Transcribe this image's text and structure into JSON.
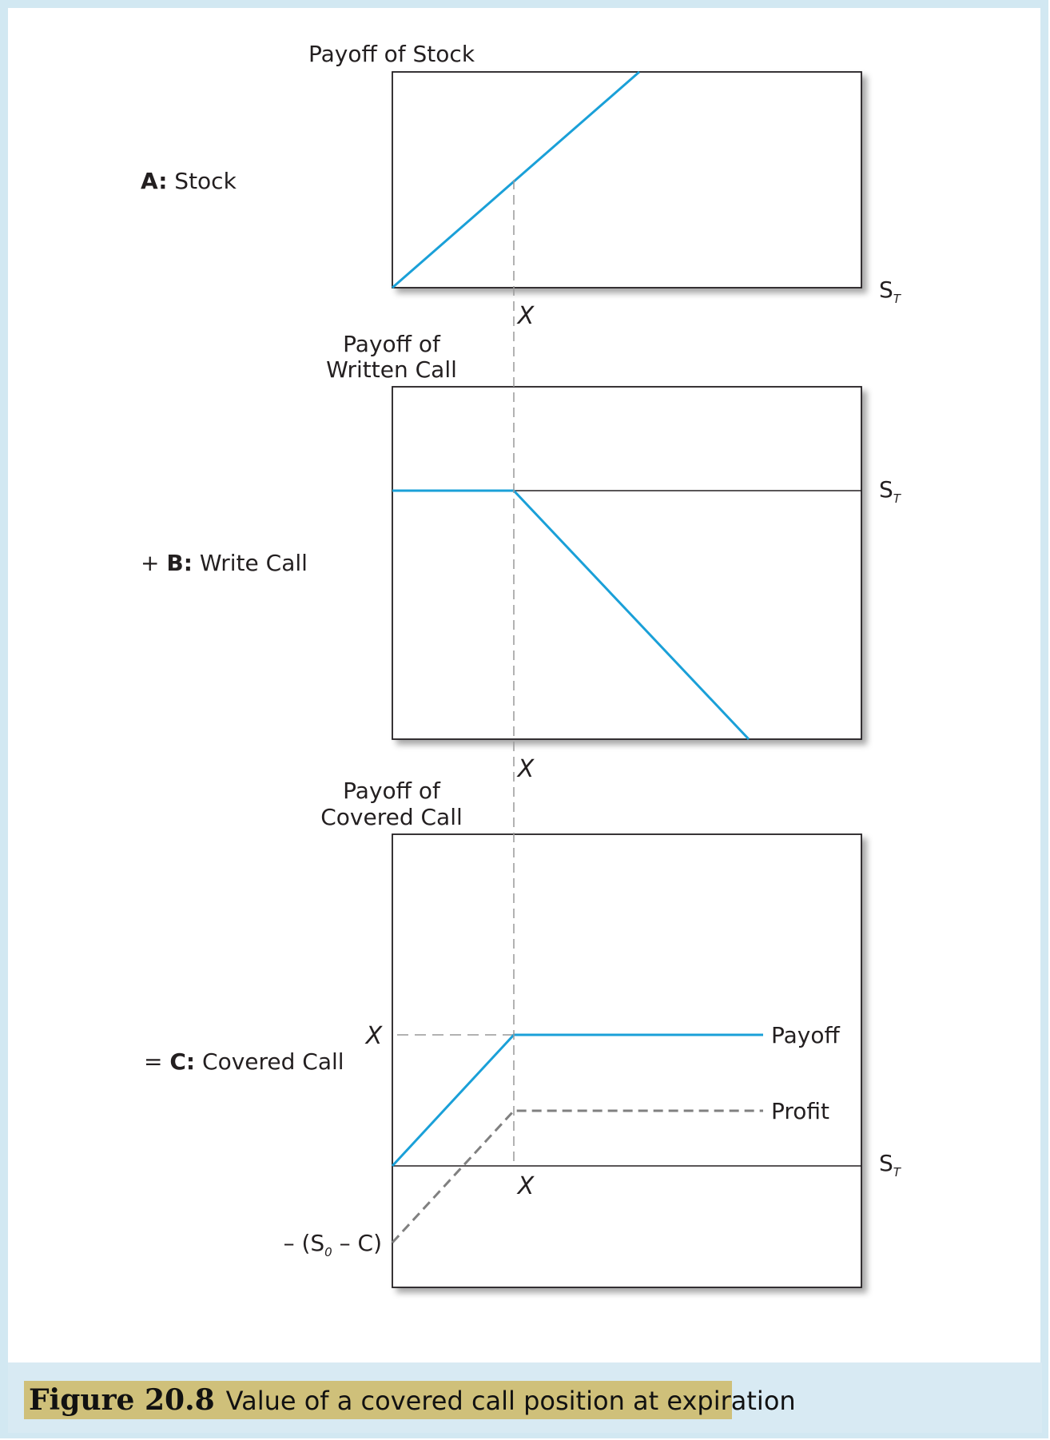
{
  "figure": {
    "caption_number": "Figure 20.8",
    "caption_text": "Value of a covered call position at expiration",
    "colors": {
      "payoff_line": "#1aa0d8",
      "dashed": "#808080",
      "frame": "#d2e8f2",
      "caption_highlight": "#cfc07a"
    }
  },
  "panels": [
    {
      "id": "A",
      "row_prefix": "",
      "row_key": "A:",
      "row_name": " Stock",
      "title_lines": [
        "Payoff of Stock"
      ],
      "x_marker": "X",
      "axis_label": "S",
      "axis_sub": "T"
    },
    {
      "id": "B",
      "row_prefix": "+ ",
      "row_key": "B:",
      "row_name": " Write Call",
      "title_lines": [
        "Payoff of",
        "Written Call"
      ],
      "x_marker": "X",
      "axis_label": "S",
      "axis_sub": "T"
    },
    {
      "id": "C",
      "row_prefix": "= ",
      "row_key": "C:",
      "row_name": " Covered Call",
      "title_lines": [
        "Payoff of",
        "Covered Call"
      ],
      "x_marker": "X",
      "axis_label": "S",
      "axis_sub": "T",
      "y_marker": "X",
      "payoff_label": "Payoff",
      "profit_label": "Profit",
      "neg_label_prefix": "– (S",
      "neg_label_sub": "0",
      "neg_label_suffix": " – C)"
    }
  ]
}
